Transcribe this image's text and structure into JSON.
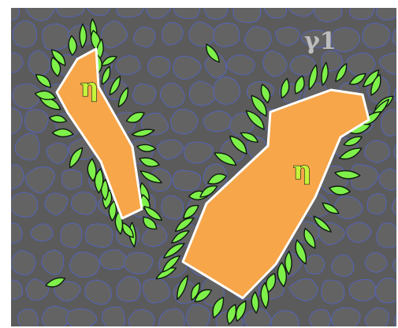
{
  "labels": {
    "gamma": "γ1",
    "eta_left": "η",
    "eta_right": "η"
  },
  "colors": {
    "frame_fill": "#5b5b5b",
    "stone_fill": "#636363",
    "stone_stroke": "#5563b8",
    "leaf_fill": "#7ef04a",
    "leaf_stroke": "#0f1a0f",
    "blob_fill": "#f7a64a",
    "blob_stroke": "#ffffff",
    "eta_fill": "#c7f43a",
    "eta_stroke": "#1a1a1a",
    "gamma_fill": "#bdbdbd"
  }
}
